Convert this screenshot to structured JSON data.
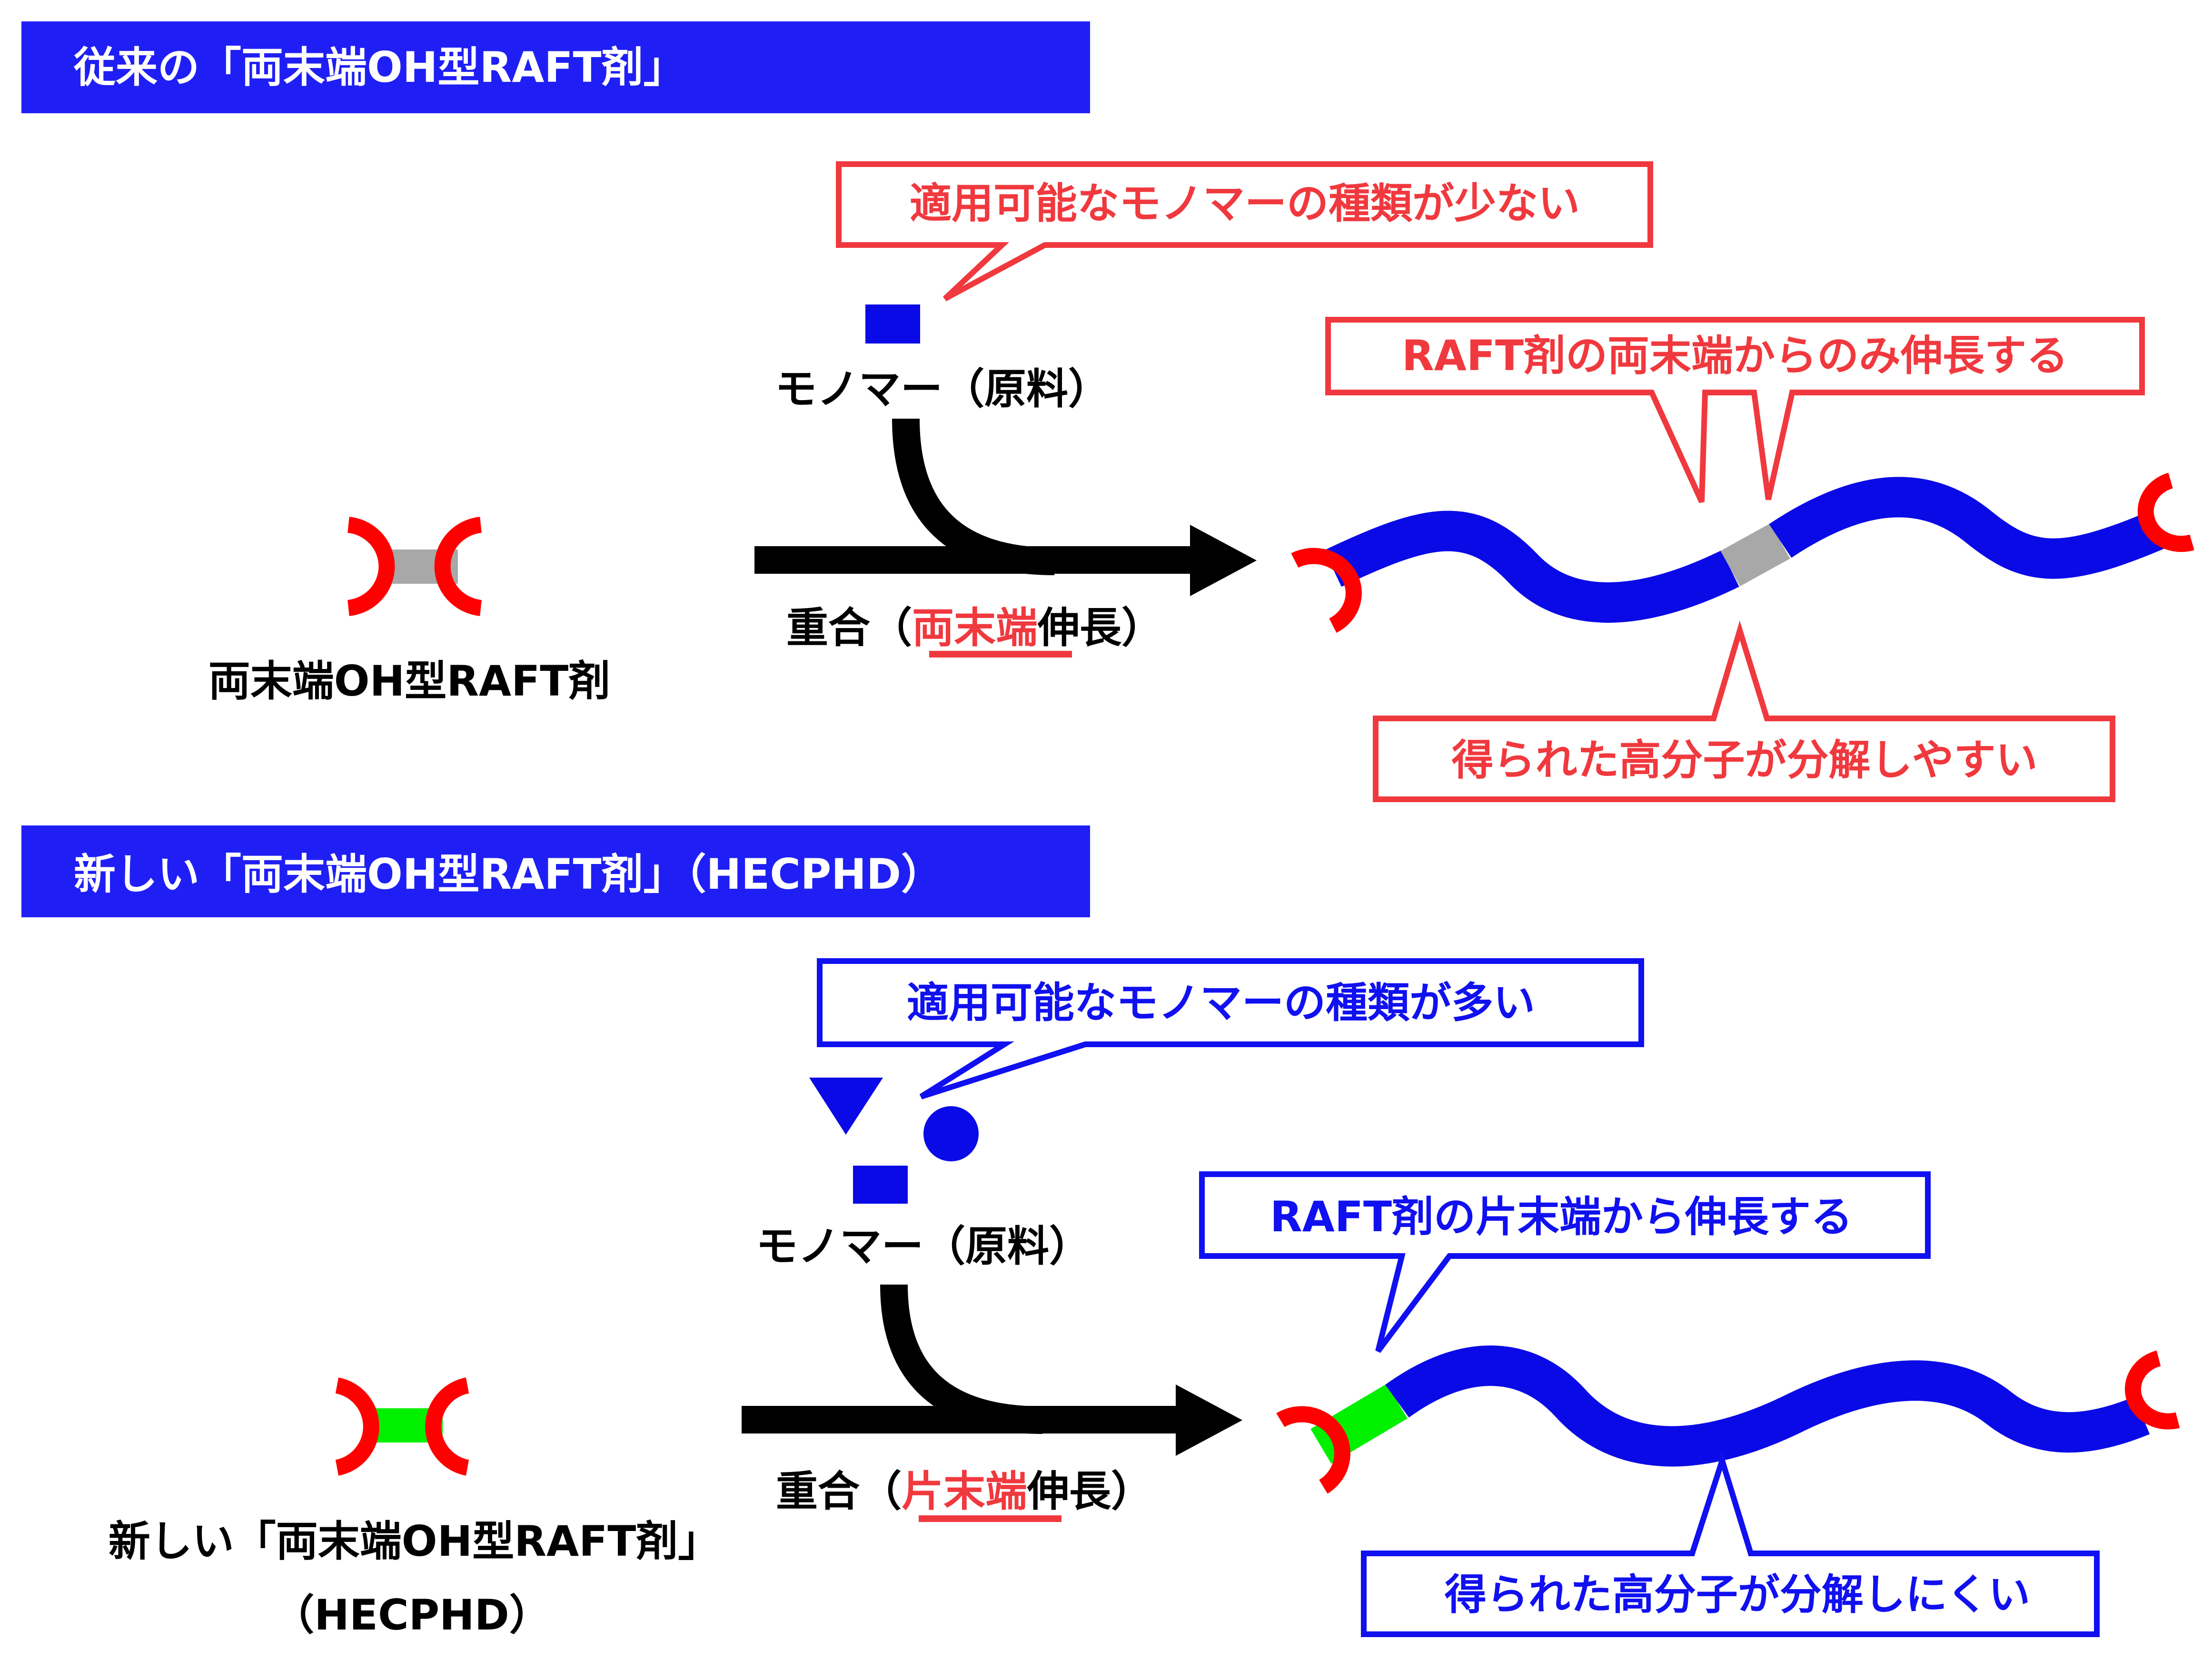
{
  "colors": {
    "header_bg": "#1f1ff5",
    "chain_blue": "#0a0ae6",
    "cap_red": "#ff0000",
    "linker_gray": "#a8a8a8",
    "linker_green": "#00f000",
    "callout_red": "#f0393e",
    "callout_blue": "#1010f0",
    "arrow": "#000000"
  },
  "top": {
    "header": "従来の「両末端OH型RAFT剤」",
    "agent_label": "両末端OH型RAFT剤",
    "monomer_label": "モノマー（原料）",
    "callout_monomer": "適用可能なモノマーの種類が少ない",
    "callout_growth": "RAFT剤の両末端からのみ伸長する",
    "callout_degrade": "得られた高分子が分解しやすい",
    "reaction": {
      "prefix": "重合（",
      "highlight": "両末端",
      "suffix": "伸長）"
    }
  },
  "bottom": {
    "header": "新しい「両末端OH型RAFT剤」（HECPHD）",
    "agent_label_line1": "新しい「両末端OH型RAFT剤」",
    "agent_label_line2": "（HECPHD）",
    "monomer_label": "モノマー（原料）",
    "callout_monomer": "適用可能なモノマーの種類が多い",
    "callout_growth": "RAFT剤の片末端から伸長する",
    "callout_degrade": "得られた高分子が分解しにくい",
    "reaction": {
      "prefix": "重合（",
      "highlight": "片末端",
      "suffix": "伸長）"
    }
  }
}
